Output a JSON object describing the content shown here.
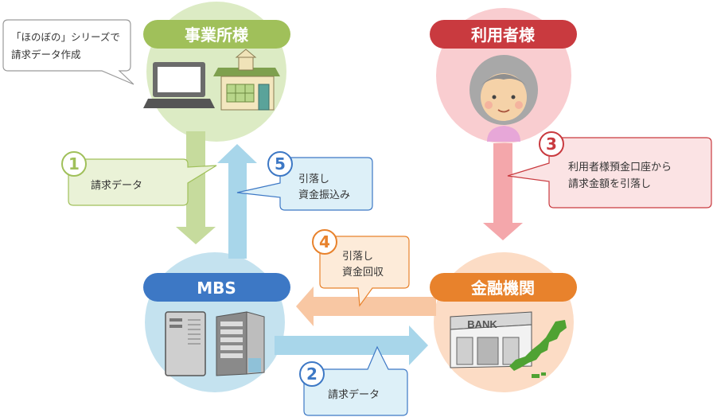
{
  "nodes": {
    "office": {
      "label": "事業所様"
    },
    "user": {
      "label": "利用者様"
    },
    "mbs": {
      "label": "MBS"
    },
    "bank": {
      "label": "金融機関",
      "sign": "BANK"
    }
  },
  "intro_note": {
    "line1": "「ほのぼの」シリーズで",
    "line2": "請求データ作成"
  },
  "steps": [
    {
      "num": "1",
      "line1": "請求データ",
      "line2": ""
    },
    {
      "num": "2",
      "line1": "請求データ",
      "line2": ""
    },
    {
      "num": "3",
      "line1": "利用者様預金口座から",
      "line2": "請求金額を引落し"
    },
    {
      "num": "4",
      "line1": "引落し",
      "line2": "資金回収"
    },
    {
      "num": "5",
      "line1": "引落し",
      "line2": "資金振込み"
    }
  ],
  "colors": {
    "green": "#a0c05a",
    "green_light": "#d6e6b9",
    "red": "#c93a3f",
    "pink_light": "#f9cccf",
    "blue": "#3d78c5",
    "blue_light": "#bee0ee",
    "orange": "#e8822c",
    "orange_light": "#fbdcc2"
  }
}
